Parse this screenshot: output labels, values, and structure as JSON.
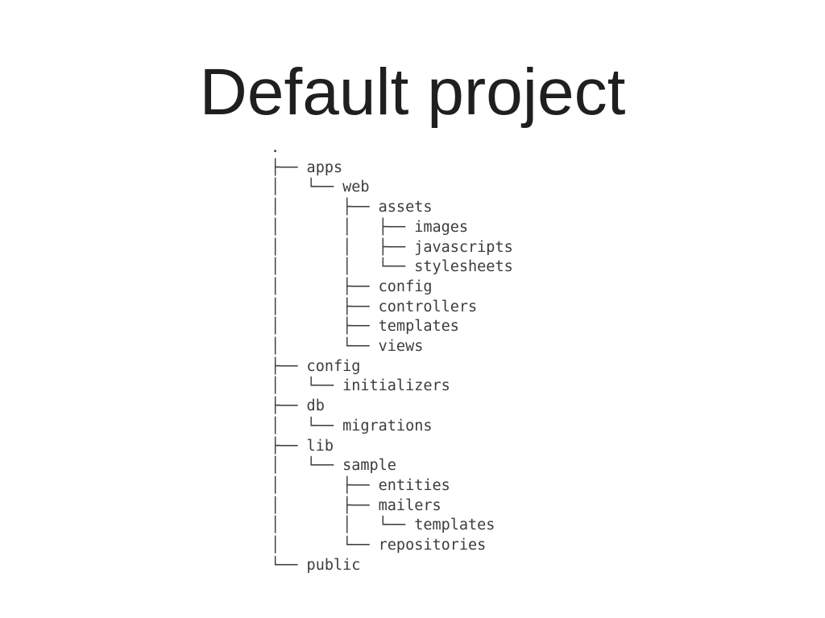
{
  "slide": {
    "title": "Default project",
    "tree": {
      "root_label": ".",
      "lines": [
        ".",
        "├── apps",
        "│   └── web",
        "│       ├── assets",
        "│       │   ├── images",
        "│       │   ├── javascripts",
        "│       │   └── stylesheets",
        "│       ├── config",
        "│       ├── controllers",
        "│       ├── templates",
        "│       └── views",
        "├── config",
        "│   └── initializers",
        "├── db",
        "│   └── migrations",
        "├── lib",
        "│   └── sample",
        "│       ├── entities",
        "│       ├── mailers",
        "│       │   └── templates",
        "│       └── repositories",
        "└── public"
      ]
    }
  },
  "colors": {
    "background": "#ffffff",
    "title_text": "#1f1f1f",
    "tree_text": "#3c3c3c"
  }
}
